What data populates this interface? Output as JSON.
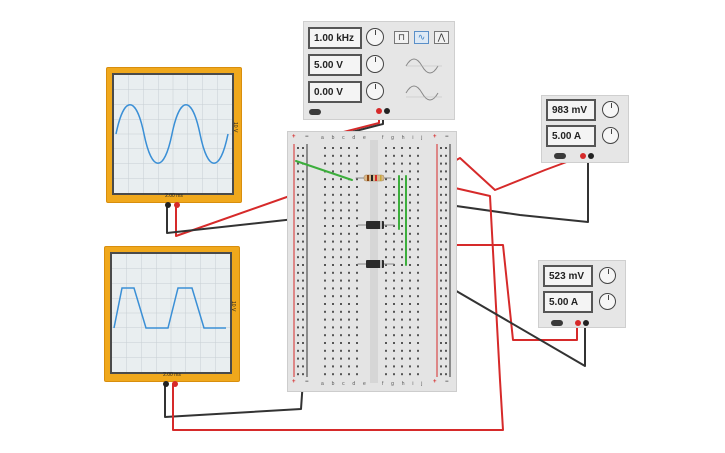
{
  "function_generator": {
    "frequency": "1.00 kHz",
    "amplitude": "5.00 V",
    "offset": "0.00 V",
    "waveforms": [
      {
        "name": "square-wave-icon",
        "glyph": "⊓",
        "selected": false
      },
      {
        "name": "sine-wave-icon",
        "glyph": "∿",
        "selected": true
      },
      {
        "name": "triangle-wave-icon",
        "glyph": "⋀",
        "selected": false
      }
    ]
  },
  "psu_top": {
    "voltage": "983 mV",
    "current": "5.00 A"
  },
  "psu_bottom": {
    "voltage": "523 mV",
    "current": "5.00 A"
  },
  "scope_top": {
    "timebase": "2.00 ms",
    "vdiv": "10 V"
  },
  "scope_bottom": {
    "timebase": "2.00 ms",
    "vdiv": "10 V"
  },
  "breadboard": {
    "rail_plus": "+",
    "rail_minus": "−",
    "columns_left": "a b c d e",
    "columns_right": "f g h i j"
  },
  "colors": {
    "scope_body": "#f0a81c",
    "trace": "#3a8fd6",
    "wire_red": "#d62a2a",
    "wire_black": "#333333",
    "wire_green": "#3cae3c"
  }
}
